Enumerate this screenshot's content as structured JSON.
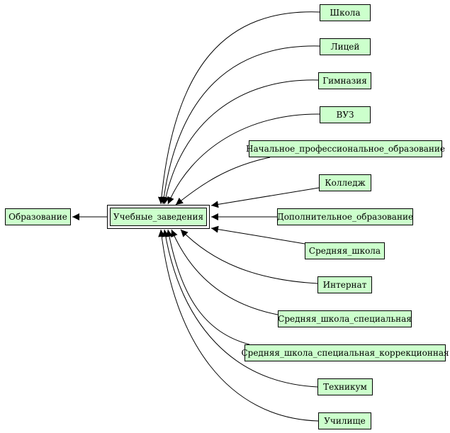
{
  "diagram": {
    "root": {
      "label": "Образование"
    },
    "center": {
      "label": "Учебные_заведения"
    },
    "children": [
      {
        "label": "Школа"
      },
      {
        "label": "Лицей"
      },
      {
        "label": "Гимназия"
      },
      {
        "label": "ВУЗ"
      },
      {
        "label": "Начальное_профессиональное_образование"
      },
      {
        "label": "Колледж"
      },
      {
        "label": "Дополнительное_образование"
      },
      {
        "label": "Средняя_школа"
      },
      {
        "label": "Интернат"
      },
      {
        "label": "Средняя_школа_специальная"
      },
      {
        "label": "Средняя_школа_специальная_коррекционная"
      },
      {
        "label": "Техникум"
      },
      {
        "label": "Училище"
      }
    ],
    "colors": {
      "node_fill": "#ccffcc",
      "stroke": "#000000",
      "background": "#ffffff"
    }
  }
}
